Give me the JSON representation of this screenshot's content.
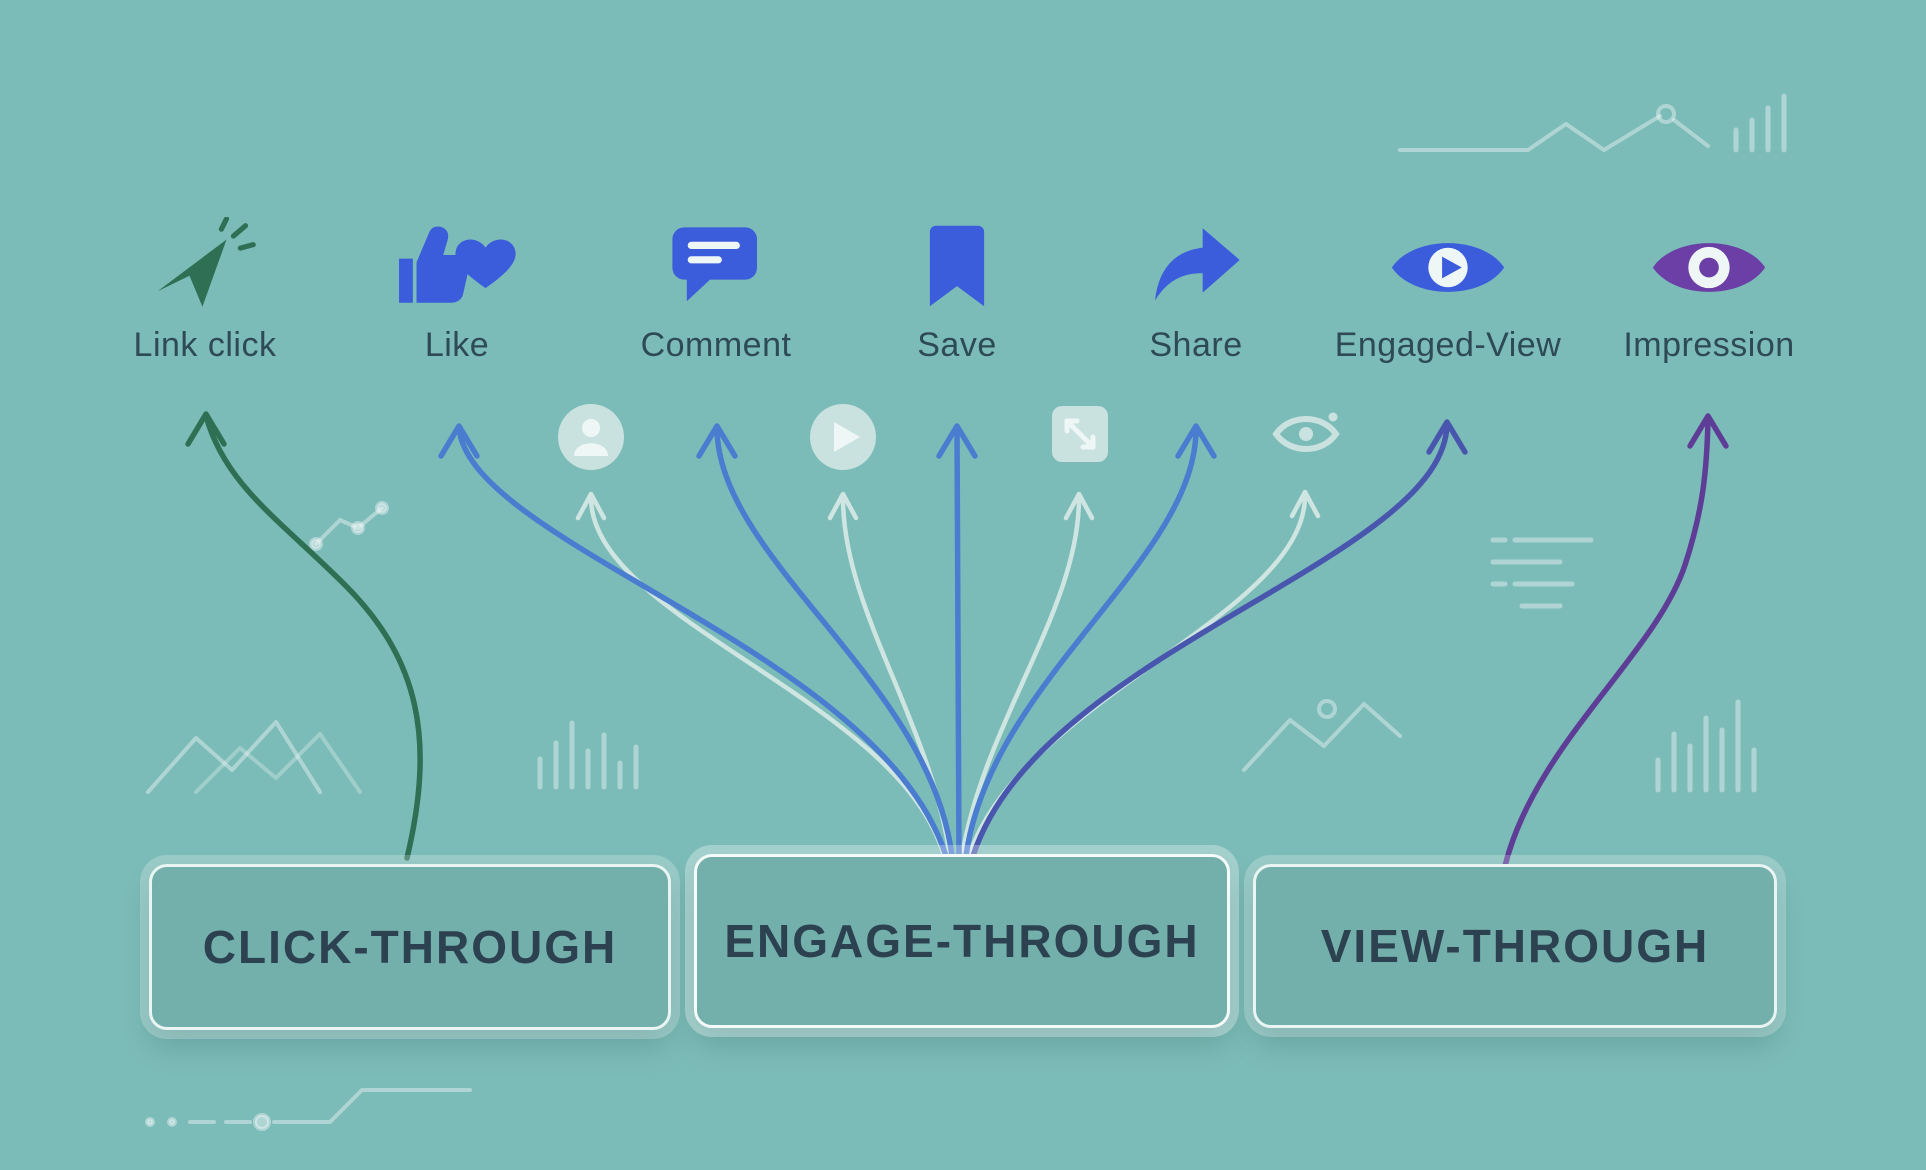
{
  "colors": {
    "bg": "#7cbcb8",
    "green": "#2f7054",
    "blue": "#3b5cdb",
    "arrow_blue": "#4a7cd0",
    "indigo": "#4956ae",
    "purple": "#5d3d96",
    "purple_icon": "#6b3fa6",
    "light_arrow": "#cfe5e2",
    "pale_icon": "#c9e2df",
    "glyph_white": "#eef7f5",
    "label_text": "#2e4a55",
    "box_fill": "#73afab",
    "box_border": "#e9f5f2",
    "box_text": "#2c4251",
    "deco": "rgba(255,255,255,0.38)"
  },
  "metrics": [
    {
      "id": "link-click",
      "label": "Link click",
      "icon": "cursor-click-icon"
    },
    {
      "id": "like",
      "label": "Like",
      "icon": "thumb-heart-icon"
    },
    {
      "id": "comment",
      "label": "Comment",
      "icon": "speech-bubble-icon"
    },
    {
      "id": "save",
      "label": "Save",
      "icon": "bookmark-icon"
    },
    {
      "id": "share",
      "label": "Share",
      "icon": "share-arrow-icon"
    },
    {
      "id": "engaged-view",
      "label": "Engaged-View",
      "icon": "eye-play-icon"
    },
    {
      "id": "impression",
      "label": "Impression",
      "icon": "eye-icon"
    }
  ],
  "mini_icons": [
    {
      "id": "profile",
      "icon": "user-circle-icon"
    },
    {
      "id": "video",
      "icon": "play-circle-icon"
    },
    {
      "id": "expand",
      "icon": "expand-square-icon"
    },
    {
      "id": "view",
      "icon": "small-eye-icon"
    }
  ],
  "buckets": [
    {
      "id": "click-through",
      "label": "CLICK-THROUGH"
    },
    {
      "id": "engage-through",
      "label": "ENGAGE-THROUGH"
    },
    {
      "id": "view-through",
      "label": "VIEW-THROUGH"
    }
  ]
}
